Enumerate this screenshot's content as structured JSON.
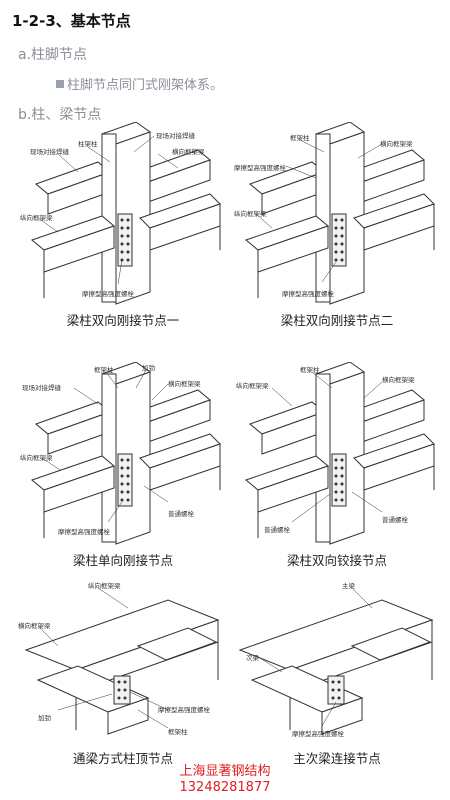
{
  "heading": "1-2-3、基本节点",
  "section_a": "a.柱脚节点",
  "bullet_a": "柱脚节点同门式刚架体系。",
  "section_b": "b.柱、梁节点",
  "diagrams": [
    {
      "caption": "梁柱双向刚接节点一",
      "labels": {
        "l1": "柱架柱",
        "l2": "现场对接焊缝",
        "l3": "现场对接焊缝",
        "l4": "横向框架梁",
        "l5": "纵向框架梁",
        "l6": "摩擦型高强度螺栓"
      }
    },
    {
      "caption": "梁柱双向刚接节点二",
      "labels": {
        "l1": "框架柱",
        "l2": "摩擦型高强度螺栓",
        "l3": "横向框架梁",
        "l4": "纵向框架梁",
        "l5": "摩擦型高强度螺栓"
      }
    },
    {
      "caption": "梁柱单向刚接节点",
      "labels": {
        "l1": "加劲",
        "l2": "框架柱",
        "l3": "现场对接焊缝",
        "l4": "横向框架梁",
        "l5": "纵向框架梁",
        "l6": "摩擦型高强度螺栓",
        "l7": "普通螺栓"
      }
    },
    {
      "caption": "梁柱双向铰接节点",
      "labels": {
        "l1": "框架柱",
        "l2": "纵向框架梁",
        "l3": "横向框架梁",
        "l4": "普通螺栓",
        "l5": "普通螺栓"
      }
    },
    {
      "caption": "通梁方式柱顶节点",
      "labels": {
        "l1": "纵向框架梁",
        "l2": "横向框架梁",
        "l3": "加劲",
        "l4": "摩擦型高强度螺栓",
        "l5": "框架柱"
      }
    },
    {
      "caption": "主次梁连接节点",
      "labels": {
        "l1": "主梁",
        "l2": "次梁",
        "l3": "摩擦型高强度螺栓"
      }
    }
  ],
  "company_name": "上海显著钢结构",
  "company_phone": "13248281877"
}
